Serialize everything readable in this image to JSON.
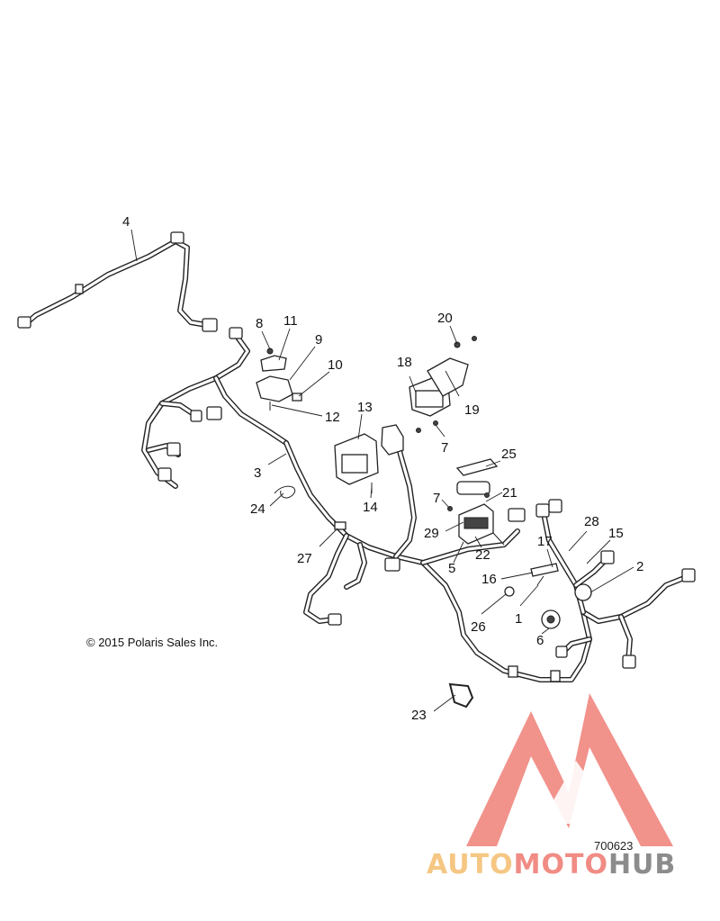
{
  "copyright": "© 2015 Polaris Sales Inc.",
  "figure_number": "700623",
  "watermark": {
    "text_parts": [
      "AUTO",
      "MOTO",
      "HUB"
    ],
    "colors": {
      "auto": "#f5c783",
      "moto": "#f08c84",
      "hub": "#8c8c8c",
      "logo": "#ef7f77"
    }
  },
  "callouts": [
    {
      "id": "c1",
      "text": "1"
    },
    {
      "id": "c2",
      "text": "2"
    },
    {
      "id": "c3",
      "text": "3"
    },
    {
      "id": "c4",
      "text": "4"
    },
    {
      "id": "c5",
      "text": "5"
    },
    {
      "id": "c6",
      "text": "6"
    },
    {
      "id": "c7a",
      "text": "7"
    },
    {
      "id": "c7b",
      "text": "7"
    },
    {
      "id": "c8",
      "text": "8"
    },
    {
      "id": "c9",
      "text": "9"
    },
    {
      "id": "c10",
      "text": "10"
    },
    {
      "id": "c11",
      "text": "11"
    },
    {
      "id": "c12",
      "text": "12"
    },
    {
      "id": "c13",
      "text": "13"
    },
    {
      "id": "c14",
      "text": "14"
    },
    {
      "id": "c15",
      "text": "15"
    },
    {
      "id": "c16",
      "text": "16"
    },
    {
      "id": "c17",
      "text": "17"
    },
    {
      "id": "c18",
      "text": "18"
    },
    {
      "id": "c19",
      "text": "19"
    },
    {
      "id": "c20",
      "text": "20"
    },
    {
      "id": "c21",
      "text": "21"
    },
    {
      "id": "c22",
      "text": "22"
    },
    {
      "id": "c23",
      "text": "23"
    },
    {
      "id": "c24",
      "text": "24"
    },
    {
      "id": "c25",
      "text": "25"
    },
    {
      "id": "c26",
      "text": "26"
    },
    {
      "id": "c27",
      "text": "27"
    },
    {
      "id": "c28",
      "text": "28"
    },
    {
      "id": "c29",
      "text": "29"
    }
  ]
}
